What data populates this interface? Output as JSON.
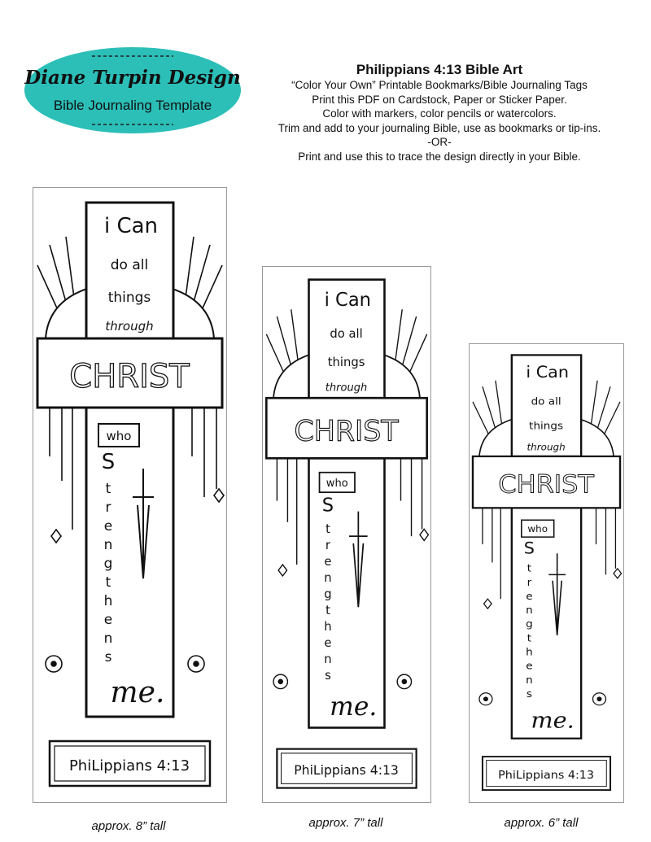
{
  "logo": {
    "brand": "Diane Turpin Design",
    "subtitle": "Bible Journaling Template",
    "color": "#2bbfb8"
  },
  "header": {
    "title": "Philippians 4:13 Bible Art",
    "lines": [
      "“Color Your Own” Printable Bookmarks/Bible Journaling Tags",
      "Print this PDF on Cardstock, Paper or Sticker Paper.",
      "Color with markers, color pencils or watercolors.",
      "Trim and add to your journaling Bible, use as bookmarks or tip-ins.",
      "-OR-",
      "Print and use this to trace the design directly in your Bible."
    ]
  },
  "bookmarks": [
    {
      "caption": "approx. 8” tall"
    },
    {
      "caption": "approx. 7” tall"
    },
    {
      "caption": "approx. 6” tall"
    }
  ],
  "artwork": {
    "line1": "i Can",
    "line2": "do all",
    "line3": "things",
    "line4": "through",
    "christ": "CHRIST",
    "who": "who",
    "strengthens": [
      "S",
      "t",
      "r",
      "e",
      "n",
      "g",
      "t",
      "h",
      "e",
      "n",
      "s"
    ],
    "me": "me.",
    "reference": "PhiLippians 4:13"
  }
}
